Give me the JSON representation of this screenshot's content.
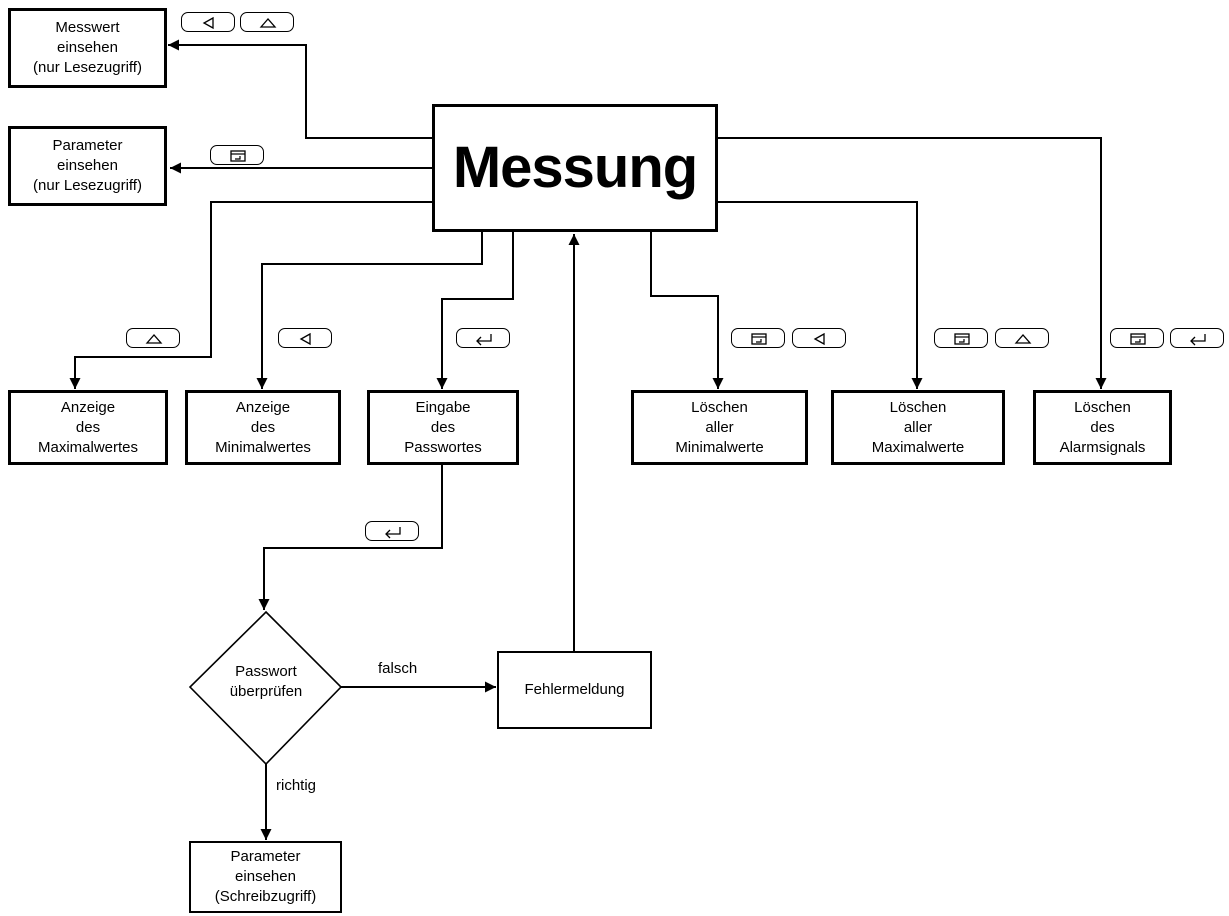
{
  "diagram": {
    "main": {
      "label": "Messung"
    },
    "top_left": [
      {
        "id": "messwert",
        "lines": [
          "Messwert",
          "einsehen",
          "(nur Lesezugriff)"
        ]
      },
      {
        "id": "parameter-read",
        "lines": [
          "Parameter",
          "einsehen",
          "(nur Lesezugriff)"
        ]
      }
    ],
    "row": [
      {
        "id": "max-display",
        "lines": [
          "Anzeige",
          "des",
          "Maximalwertes"
        ]
      },
      {
        "id": "min-display",
        "lines": [
          "Anzeige",
          "des",
          "Minimalwertes"
        ]
      },
      {
        "id": "password-entry",
        "lines": [
          "Eingabe",
          "des",
          "Passwortes"
        ]
      },
      {
        "id": "clear-min",
        "lines": [
          "Löschen",
          "aller",
          "Minimalwerte"
        ]
      },
      {
        "id": "clear-max",
        "lines": [
          "Löschen",
          "aller",
          "Maximalwerte"
        ]
      },
      {
        "id": "clear-alarm",
        "lines": [
          "Löschen",
          "des",
          "Alarmsignals"
        ]
      }
    ],
    "decision": {
      "lines": [
        "Passwort",
        "überprüfen"
      ]
    },
    "error": {
      "label": "Fehlermeldung"
    },
    "result": {
      "lines": [
        "Parameter",
        "einsehen",
        "(Schreibzugriff)"
      ]
    },
    "edges": {
      "false_label": "falsch",
      "true_label": "richtig"
    }
  },
  "keys": {
    "messwert": [
      "left-key-icon",
      "up-key-icon"
    ],
    "parameter-read": [
      "menu-key-icon"
    ],
    "max-display": [
      "up-key-icon"
    ],
    "min-display": [
      "left-key-icon"
    ],
    "password-entry": [
      "enter-key-icon"
    ],
    "clear-min": [
      "menu-key-icon",
      "left-key-icon"
    ],
    "clear-max": [
      "menu-key-icon",
      "up-key-icon"
    ],
    "clear-alarm": [
      "menu-key-icon",
      "enter-key-icon"
    ],
    "password-check": [
      "enter-key-icon"
    ]
  }
}
